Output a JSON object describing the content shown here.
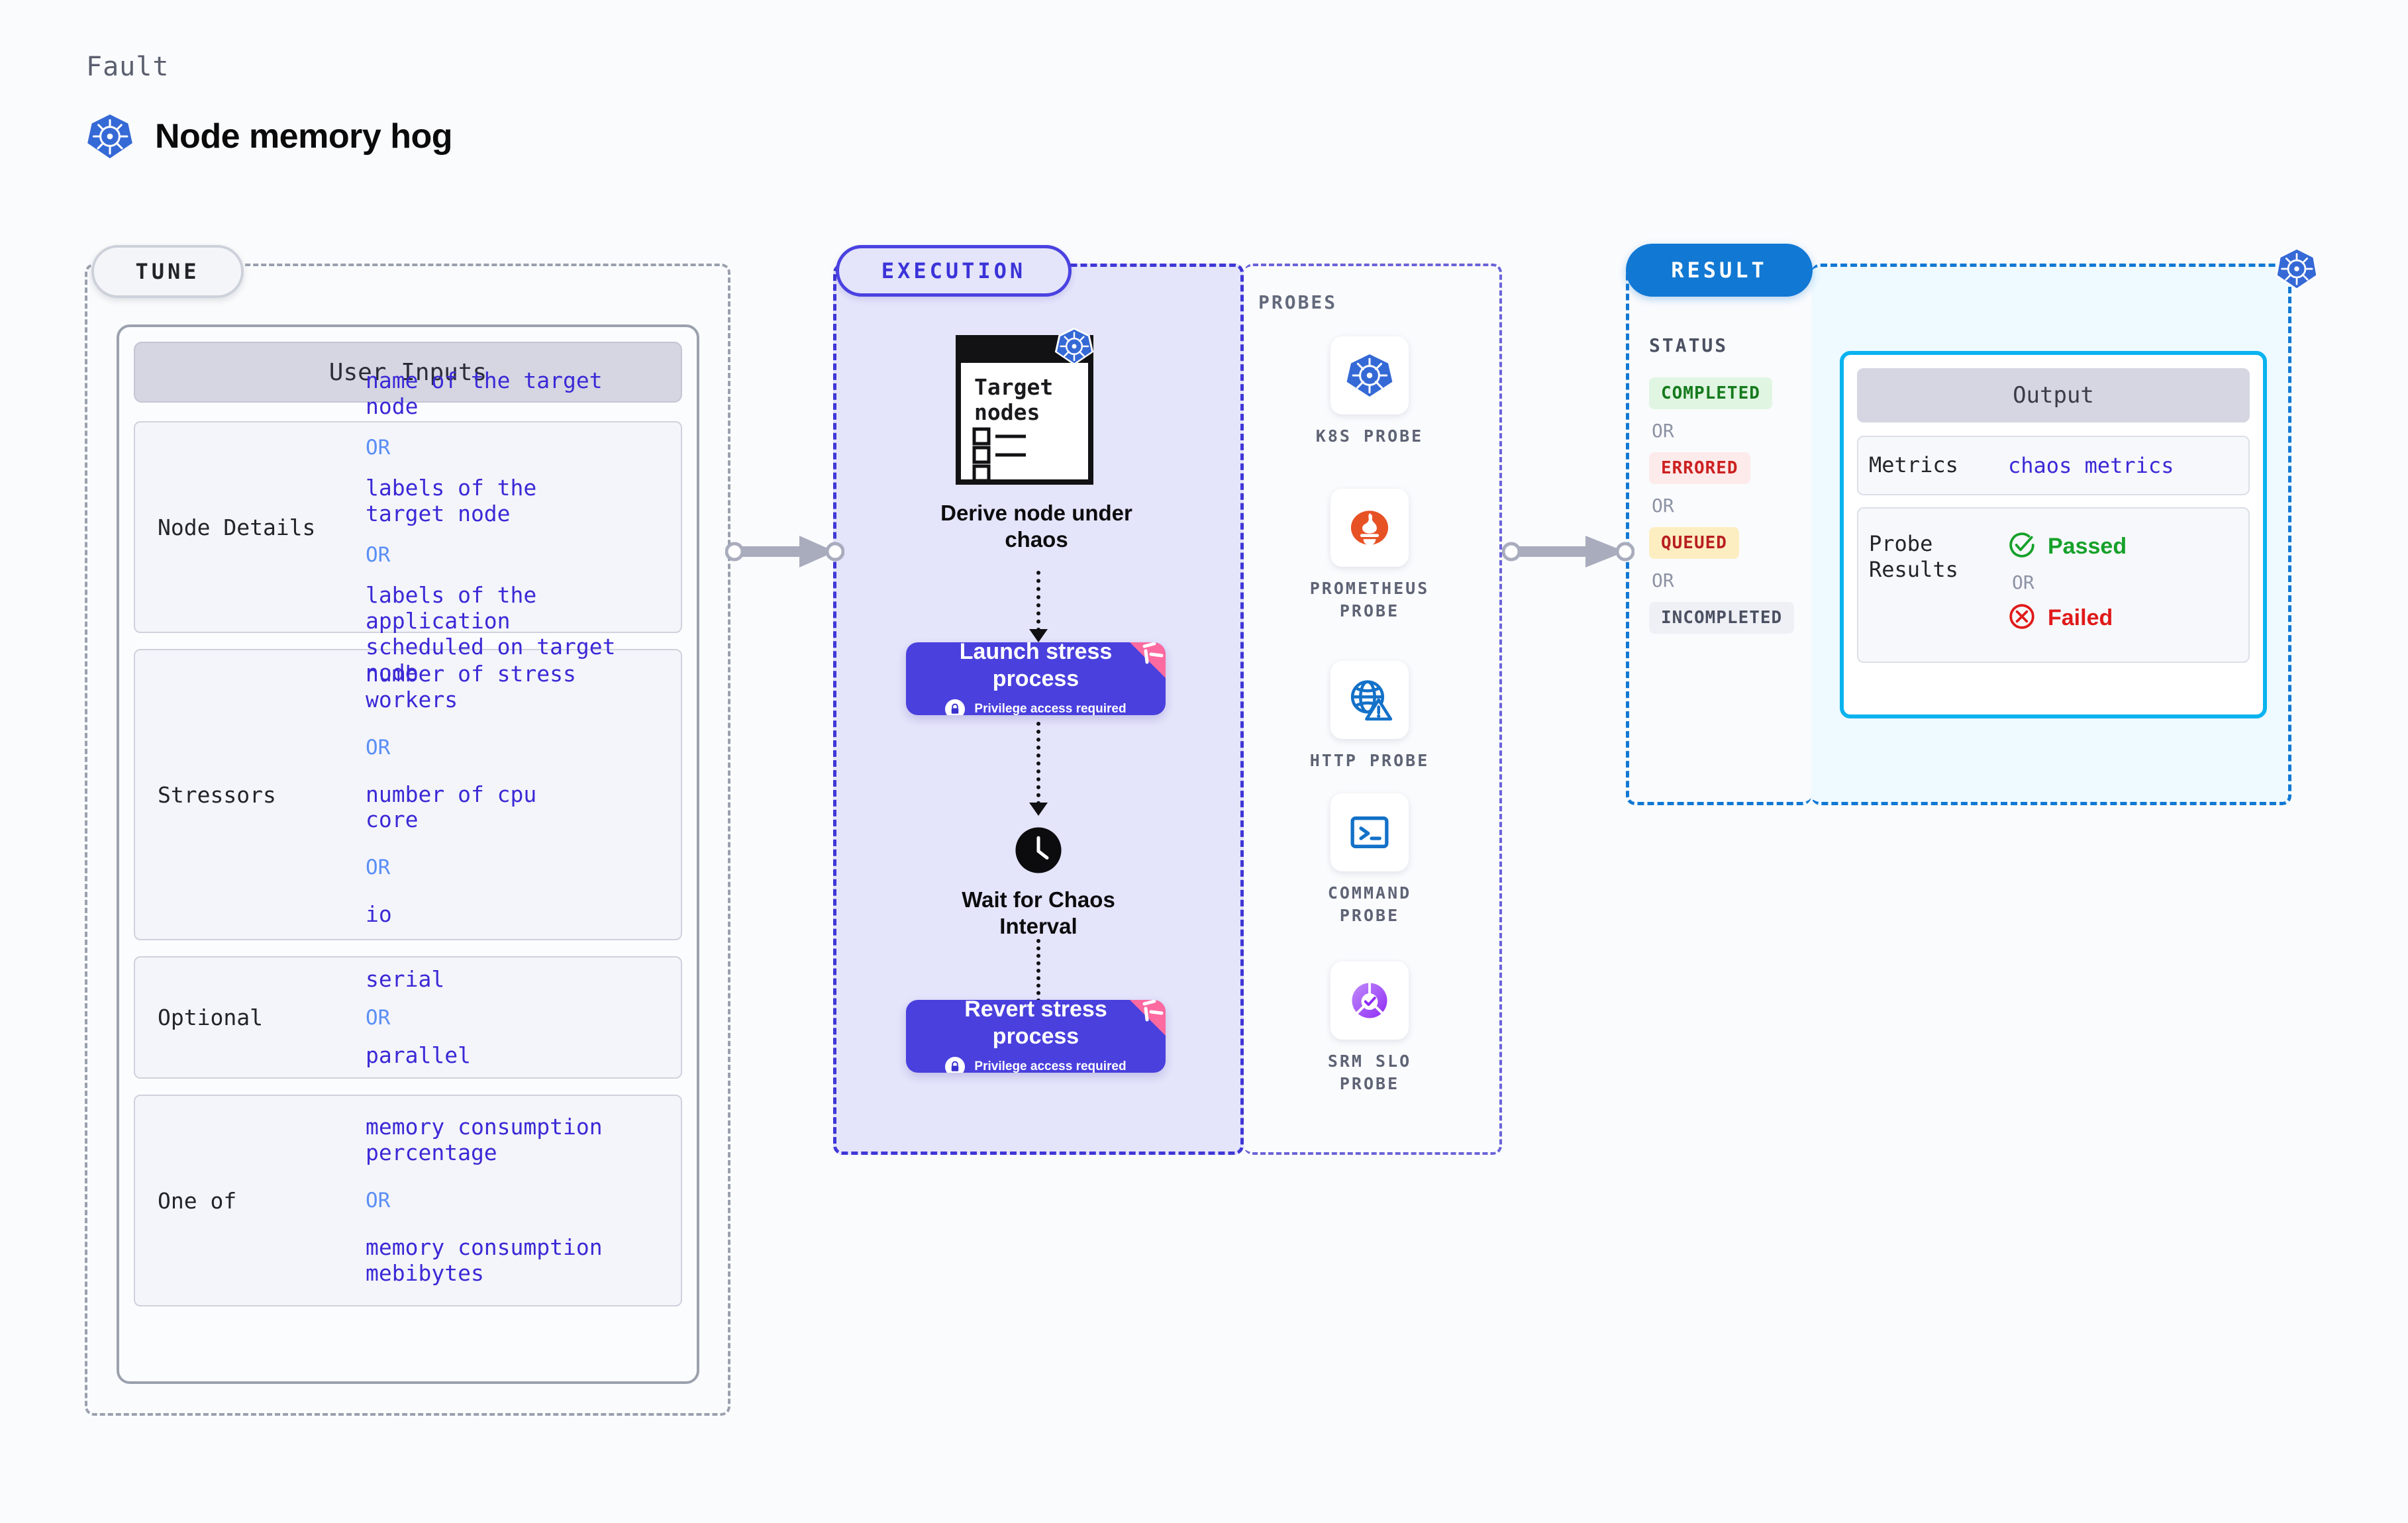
{
  "header": {
    "kicker": "Fault",
    "title": "Node memory hog",
    "icon": "kubernetes-icon"
  },
  "tune": {
    "pill_label": "TUNE",
    "card_title": "User Inputs",
    "groups": [
      {
        "label": "Node Details",
        "items": [
          {
            "type": "value",
            "text": "name of the target\nnode"
          },
          {
            "type": "or",
            "text": "OR"
          },
          {
            "type": "value",
            "text": "labels of the\ntarget node"
          },
          {
            "type": "or",
            "text": "OR"
          },
          {
            "type": "value",
            "text": "labels of the application\n scheduled on target node"
          }
        ]
      },
      {
        "label": "Stressors",
        "items": [
          {
            "type": "value",
            "text": "number of stress\nworkers"
          },
          {
            "type": "or",
            "text": "OR"
          },
          {
            "type": "value",
            "text": "number of cpu\ncore"
          },
          {
            "type": "or",
            "text": "OR"
          },
          {
            "type": "value",
            "text": "io"
          }
        ]
      },
      {
        "label": "Optional",
        "items": [
          {
            "type": "value",
            "text": "serial"
          },
          {
            "type": "or",
            "text": "OR"
          },
          {
            "type": "value",
            "text": "parallel"
          }
        ]
      },
      {
        "label": "One of",
        "items": [
          {
            "type": "value",
            "text": "memory consumption\npercentage"
          },
          {
            "type": "or",
            "text": "OR"
          },
          {
            "type": "value",
            "text": "memory consumption\nmebibytes"
          }
        ]
      }
    ]
  },
  "execution": {
    "pill_label": "EXECUTION",
    "steps": [
      {
        "id": "derive-node",
        "kind": "illustration",
        "icon": "target-nodes-checklist-icon",
        "illustration_title": "Target\nnodes",
        "caption": "Derive node under chaos",
        "badge": "kubernetes-icon"
      },
      {
        "id": "launch-stress",
        "kind": "action",
        "title": "Launch stress process",
        "sub": "Privilege access required",
        "sub_icon": "lock-icon",
        "ribbon": "chaos-ribbon-icon"
      },
      {
        "id": "wait-interval",
        "kind": "illustration",
        "icon": "clock-icon",
        "caption": "Wait for Chaos Interval"
      },
      {
        "id": "revert-stress",
        "kind": "action",
        "title": "Revert stress process",
        "sub": "Privilege access required",
        "sub_icon": "lock-icon",
        "ribbon": "chaos-ribbon-icon"
      }
    ]
  },
  "probes": {
    "section_label": "PROBES",
    "items": [
      {
        "name": "K8S PROBE",
        "icon": "kubernetes-icon"
      },
      {
        "name": "PROMETHEUS\nPROBE",
        "icon": "prometheus-icon"
      },
      {
        "name": "HTTP PROBE",
        "icon": "globe-warning-icon"
      },
      {
        "name": "COMMAND\nPROBE",
        "icon": "terminal-icon"
      },
      {
        "name": "SRM SLO\nPROBE",
        "icon": "srm-slo-icon"
      }
    ]
  },
  "result": {
    "pill_label": "RESULT",
    "status_label": "STATUS",
    "statuses": [
      {
        "text": "COMPLETED",
        "bg": "#e0f5e2",
        "fg": "#157a1c"
      },
      {
        "text": "OR",
        "type": "or"
      },
      {
        "text": "ERRORED",
        "bg": "#fdeaea",
        "fg": "#cc2020"
      },
      {
        "text": "OR",
        "type": "or"
      },
      {
        "text": "QUEUED",
        "bg": "#fdeec2",
        "fg": "#b81f1f"
      },
      {
        "text": "OR",
        "type": "or"
      },
      {
        "text": "INCOMPLETED",
        "bg": "#eef0f5",
        "fg": "#4b5162"
      }
    ],
    "output": {
      "title": "Output",
      "rows": [
        {
          "label": "Metrics",
          "value": "chaos metrics"
        },
        {
          "label": "Probe\nResults",
          "results": [
            {
              "text": "Passed",
              "icon": "check-circle-icon",
              "color": "#16a12a"
            },
            {
              "text": "OR",
              "type": "or"
            },
            {
              "text": "Failed",
              "icon": "x-circle-icon",
              "color": "#e01a1a"
            }
          ]
        }
      ]
    },
    "corner_icon": "kubernetes-icon"
  },
  "colors": {
    "tune_border": "#9aa0ad",
    "execution_border": "#3f37d6",
    "execution_bg": "#e4e4fb",
    "result_border": "#1178d4",
    "result_bg": "#eefaff",
    "accent_violet": "#4a40dd",
    "accent_blue": "#3b29d6",
    "or_blue": "#5b8ff5",
    "ribbon_pink": "#fc6aa0",
    "output_border": "#0ab3ef"
  }
}
